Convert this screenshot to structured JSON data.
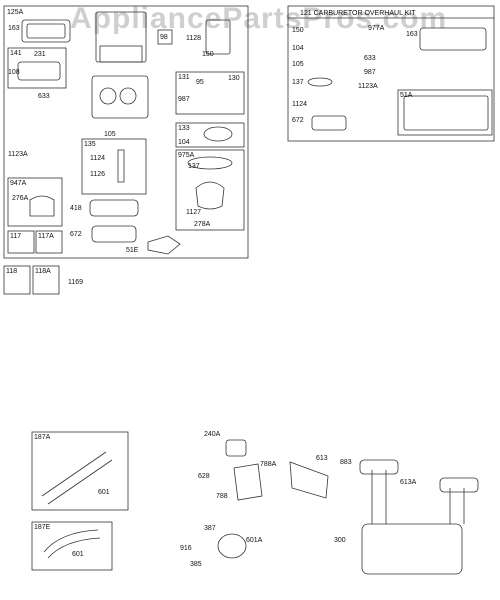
{
  "watermark": "AppliancePartsPros.com",
  "groups": {
    "main_kit": "125A",
    "carb_kit_title": "121 CARBURETOR OVERHAUL KIT",
    "sub_141": "141",
    "sub_98": "98",
    "sub_131": "131",
    "sub_133": "133",
    "sub_135": "135",
    "sub_975A": "975A",
    "sub_947A": "947A",
    "sub_117": "117",
    "sub_117A": "117A",
    "sub_118": "118",
    "sub_118A": "118A",
    "sub_51A": "51A",
    "sub_187A": "187A",
    "sub_187E": "187E"
  },
  "parts": {
    "p163": "163",
    "p231": "231",
    "p108": "108",
    "p633": "633",
    "p1128": "1128",
    "p150": "150",
    "p95": "95",
    "p130": "130",
    "p987": "987",
    "p105": "105",
    "p104": "104",
    "p1124": "1124",
    "p1126": "1126",
    "p1123A": "1123A",
    "p137": "137",
    "p1127": "1127",
    "p278A": "278A",
    "p276A": "276A",
    "p418": "418",
    "p672": "672",
    "p51E": "51E",
    "p1169": "1169",
    "k150": "150",
    "k104": "104",
    "k105": "105",
    "k137": "137",
    "k163": "163",
    "k633": "633",
    "k987": "987",
    "k1123A": "1123A",
    "k1124": "1124",
    "k672": "672",
    "k977A": "977A",
    "p601a": "601",
    "p601b": "601",
    "p240A": "240A",
    "p628": "628",
    "p788": "788",
    "p788A": "788A",
    "p613": "613",
    "p883": "883",
    "p613A": "613A",
    "p387": "387",
    "p916": "916",
    "p385": "385",
    "p601A": "601A",
    "p300": "300"
  }
}
